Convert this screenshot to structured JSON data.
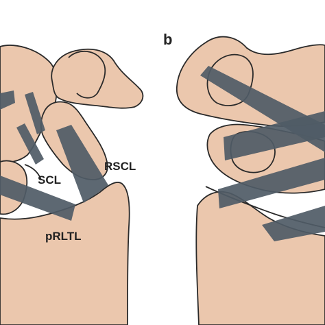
{
  "labels": {
    "panel_b": "b",
    "scl": "SCL",
    "rscl": "RSCL",
    "prltl": "pRLTL"
  },
  "colors": {
    "background": "#ffffff",
    "bone_fill": "#ebc7ad",
    "ligament": "#4f5b66",
    "outline": "#2a2a2a",
    "label": "#222222"
  }
}
